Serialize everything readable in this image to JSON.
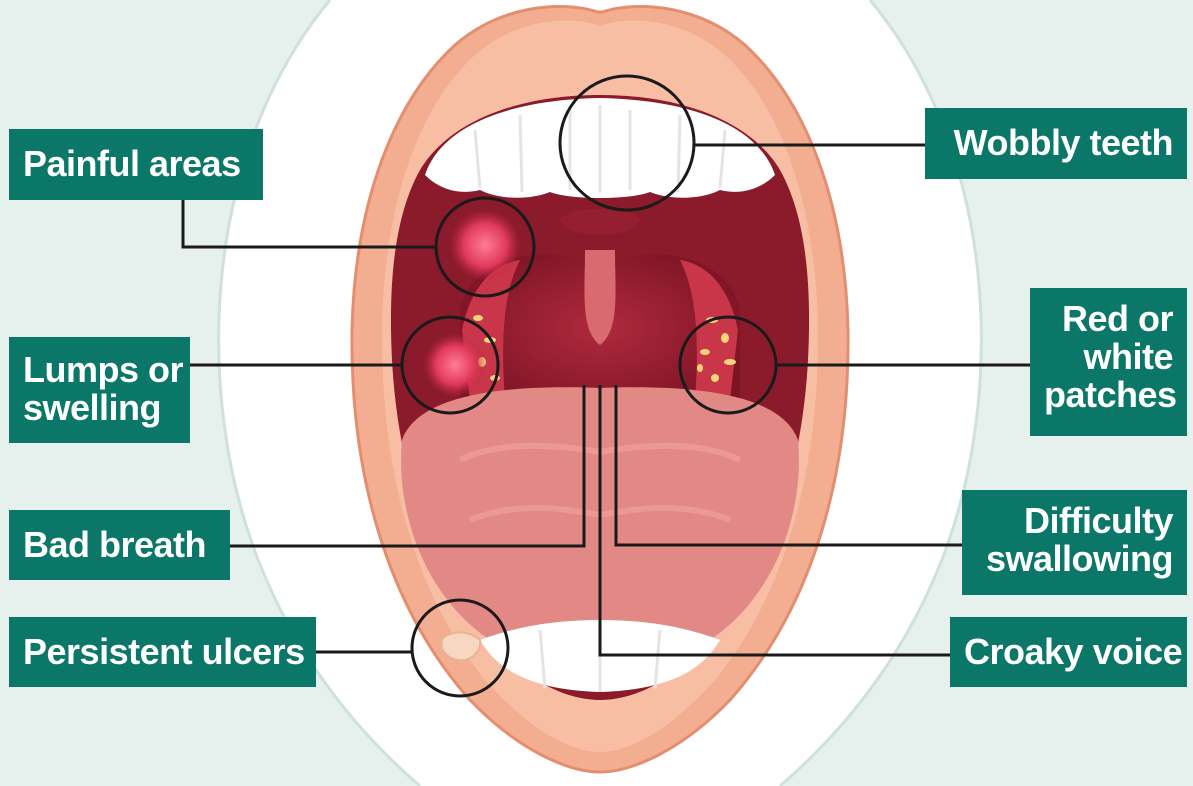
{
  "labels": {
    "painful_areas": "Painful areas",
    "lumps_line1": "Lumps or",
    "lumps_line2": "swelling",
    "bad_breath": "Bad breath",
    "persistent_ulcers": "Persistent ulcers",
    "wobbly_teeth": "Wobbly teeth",
    "red_line1": "Red or",
    "red_line2": "white",
    "red_line3": "patches",
    "difficulty_line1": "Difficulty",
    "difficulty_line2": "swallowing",
    "croaky_voice": "Croaky voice"
  },
  "colors": {
    "label_bg": "#0b7768",
    "label_text": "#ffffff",
    "background_shape": "#e3eeeb",
    "lips": "#f0a78b",
    "mouth_cavity": "#8e1d2c",
    "tongue": "#e08984",
    "teeth": "#ffffff",
    "callout_line": "#1a1a1a"
  }
}
